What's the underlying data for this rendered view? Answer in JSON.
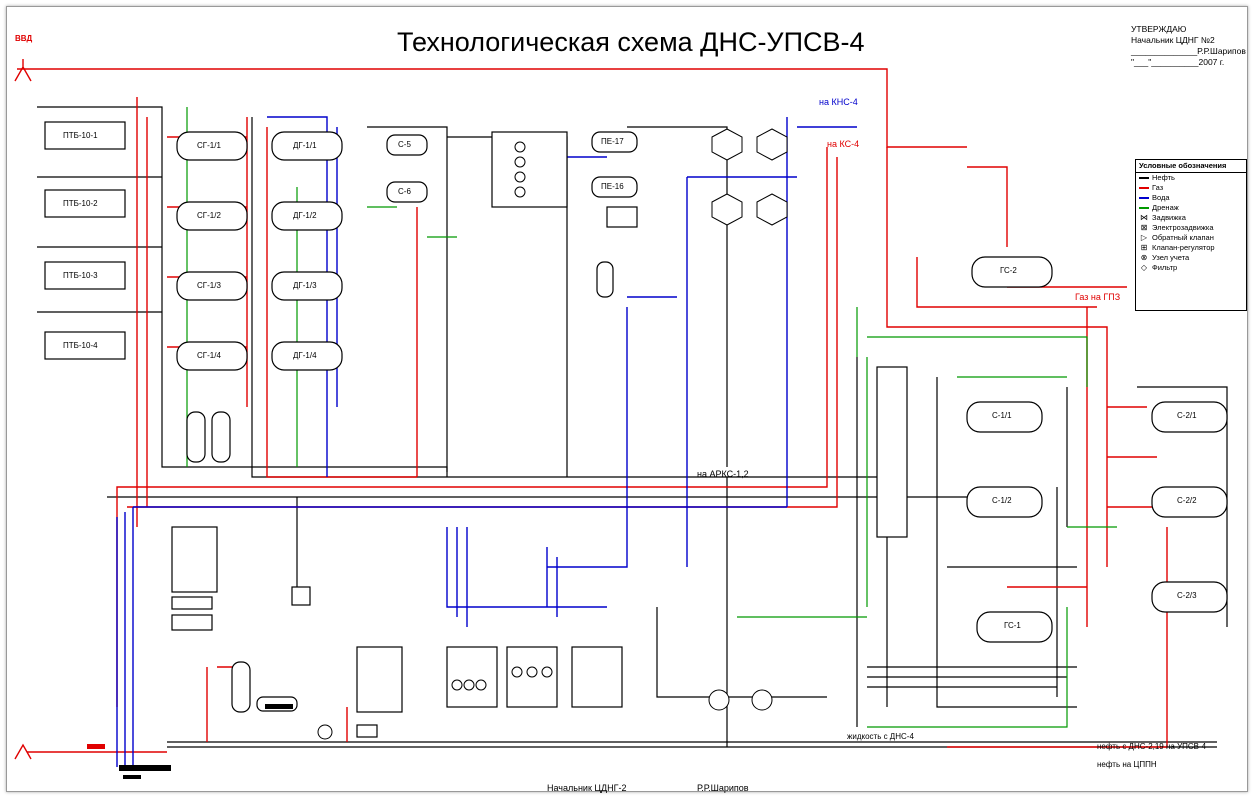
{
  "title": "Технологическая схема ДНС-УПСВ-4",
  "approval": "УТВЕРЖДАЮ\nНачальник ЦДНГ №2\n______________Р.Р.Шарипов\n\"___\"__________2007 г.",
  "colors": {
    "oil": "#000000",
    "gas": "#e00000",
    "water": "#0000cc",
    "drainage": "#009900"
  },
  "labels": {
    "vvd": "ВВД",
    "kns": "на КНС-4",
    "ks": "на КС-4",
    "gas_gpz": "Газ на ГПЗ",
    "apks": "на АРКС-1,2",
    "liquid": "жидкость с ДНС-4",
    "oil_from": "нефть с ДНС-2,19 на УПСВ-4",
    "oil_to": "нефть на ЦППН"
  },
  "equipment": {
    "ptb": [
      "ПТБ-10-1",
      "ПТБ-10-2",
      "ПТБ-10-3",
      "ПТБ-10-4"
    ],
    "sg": [
      "СГ-1/1",
      "СГ-1/2",
      "СГ-1/3",
      "СГ-1/4"
    ],
    "dg": [
      "ДГ-1/1",
      "ДГ-1/2",
      "ДГ-1/3",
      "ДГ-1/4"
    ],
    "s5": "С-5",
    "s6": "С-6",
    "pe17": "ПЕ-17",
    "pe16": "ПЕ-16",
    "gs2": "ГС-2",
    "gs1": "ГС-1",
    "s11": "С-1/1",
    "s12": "С-1/2",
    "s21": "С-2/1",
    "s22": "С-2/2",
    "s23": "С-2/3"
  },
  "legend": {
    "title": "Условные обозначения",
    "items": [
      {
        "label": "Нефть",
        "color": "#000000"
      },
      {
        "label": "Газ",
        "color": "#e00000"
      },
      {
        "label": "Вода",
        "color": "#0000cc"
      },
      {
        "label": "Дренаж",
        "color": "#009900"
      }
    ],
    "symbols": [
      {
        "label": "Задвижка",
        "glyph": "⋈"
      },
      {
        "label": "Электрозадвижка",
        "glyph": "⊠"
      },
      {
        "label": "Обратный клапан",
        "glyph": "▷"
      },
      {
        "label": "Клапан-регулятор",
        "glyph": "⊞"
      },
      {
        "label": "Узел учета",
        "glyph": "⊗"
      },
      {
        "label": "Фильтр",
        "glyph": "◇"
      }
    ]
  },
  "signatures": {
    "position": "Начальник ЦДНГ-2",
    "name": "Р.Р.Шарипов"
  }
}
